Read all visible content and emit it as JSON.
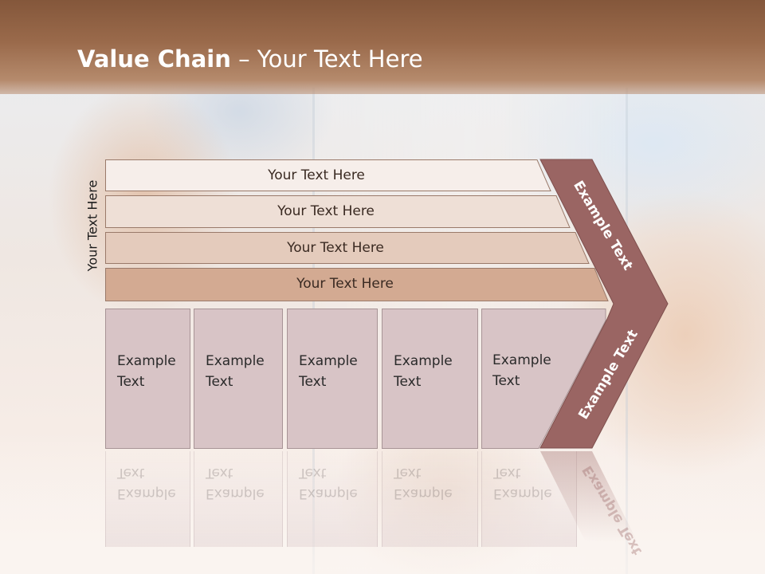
{
  "slide": {
    "title_bold": "Value Chain",
    "title_rest": " – Your Text Here",
    "side_label": "Your Text Here",
    "rows": [
      {
        "label": "Your Text Here",
        "fill": "#f6eeea"
      },
      {
        "label": "Your Text Here",
        "fill": "#eedfd6"
      },
      {
        "label": "Your Text Here",
        "fill": "#e4cbbc"
      },
      {
        "label": "Your Text Here",
        "fill": "#d3aa92"
      }
    ],
    "cards": [
      {
        "label": "Example\nText"
      },
      {
        "label": "Example\nText"
      },
      {
        "label": "Example\nText"
      },
      {
        "label": "Example\nText"
      },
      {
        "label": "Example\nText"
      }
    ],
    "chevron": {
      "top_label": "Example Text",
      "bottom_label": "Example Text",
      "fill": "#9a6563"
    },
    "colors": {
      "header": "#8f6145",
      "row_border": "#9a7a6a",
      "card_fill": "#d8c4c6"
    }
  }
}
